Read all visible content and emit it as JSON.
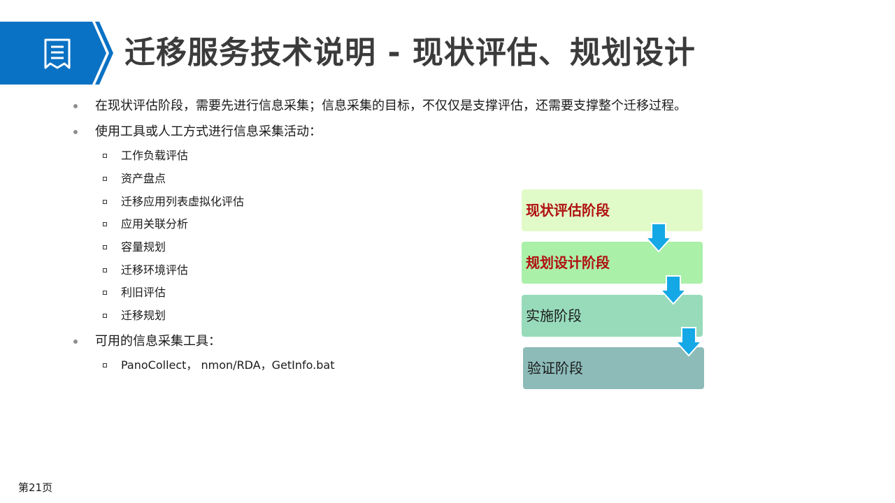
{
  "title": "迁移服务技术说明 - 现状评估、规划设计",
  "bullets": [
    "在现状评估阶段，需要先进行信息采集；信息采集的目标，不仅仅是支撑评估，还需要支撑整个迁移过程。",
    "使用工具或人工方式进行信息采集活动：",
    "可用的信息采集工具："
  ],
  "activities": [
    "工作负载评估",
    "资产盘点",
    "迁移应用列表虚拟化评估",
    "应用关联分析",
    "容量规划",
    "迁移环境评估",
    "利旧评估",
    "迁移规划"
  ],
  "tools": "PanoCollect， nmon/RDA，GetInfo.bat",
  "stages": [
    "现状评估阶段",
    "规划设计阶段",
    "实施阶段",
    "验证阶段"
  ],
  "stage_colors": [
    "#e1fbc8",
    "#aaf0a8",
    "#98dbbb",
    "#8cbbb8"
  ],
  "accent_color": "#0a72c4",
  "arrow_color": "#14a8e6",
  "page_label": "第21页"
}
